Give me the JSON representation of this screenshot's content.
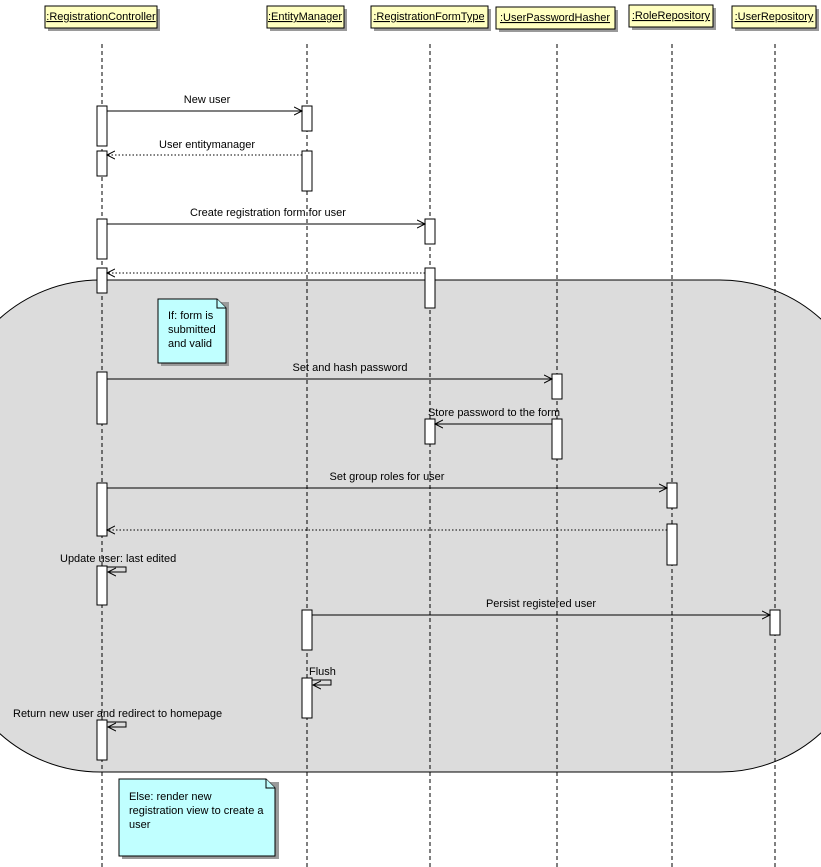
{
  "lifelines": [
    ":RegistrationController",
    ":EntityManager",
    ":RegistrationFormType",
    ":UserPasswordHasher",
    ":RoleRepository",
    ":UserRepository"
  ],
  "messages": [
    "New user",
    "User entitymanager",
    "Create registration form for user",
    "Set and hash password",
    "Store  password to the form",
    "Set group roles for user",
    "Update user: last edited",
    "Persist registered user",
    "Flush",
    "Return new user and redirect to homepage"
  ],
  "notes": {
    "if": [
      "If: form is",
      "submitted",
      "and valid"
    ],
    "else": [
      "Else: render new",
      "registration view to create a",
      "user"
    ]
  },
  "colors": {
    "lifeline_head": "#ffffc0",
    "note": "#c0ffff",
    "region": "#dcdcdc"
  }
}
